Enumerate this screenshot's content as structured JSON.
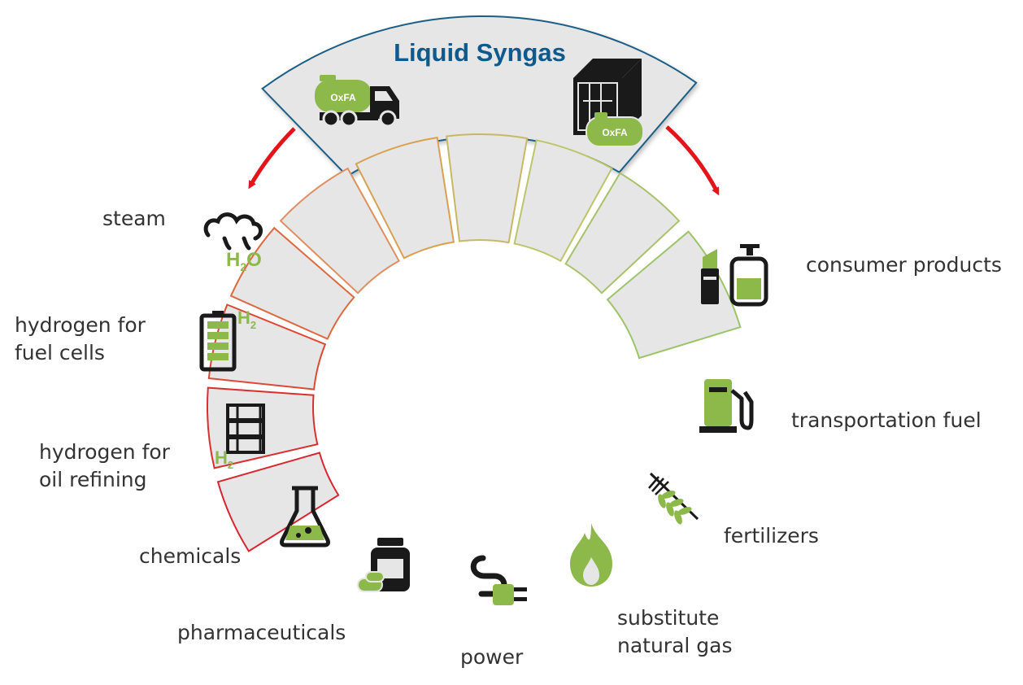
{
  "title": "Liquid Syngas",
  "badges": {
    "truck": "OxFA",
    "tank": "OxFA"
  },
  "segments": [
    {
      "id": "steam",
      "lines": [
        "steam"
      ],
      "color": "#d9252f",
      "icon": "steam-cloud-icon",
      "formula": [
        "H",
        "2",
        "O"
      ]
    },
    {
      "id": "hydrogen-fuel-cells",
      "lines": [
        "hydrogen for",
        "fuel cells"
      ],
      "color": "#d9302f",
      "icon": "battery-icon",
      "formula": [
        "H",
        "2"
      ]
    },
    {
      "id": "hydrogen-oil-refining",
      "lines": [
        "hydrogen for",
        "oil refining"
      ],
      "color": "#db4a33",
      "icon": "oil-barrels-icon",
      "formula": [
        "H",
        "2"
      ]
    },
    {
      "id": "chemicals",
      "lines": [
        "chemicals"
      ],
      "color": "#dd6a3f",
      "icon": "flask-icon"
    },
    {
      "id": "pharmaceuticals",
      "lines": [
        "pharmaceuticals"
      ],
      "color": "#de8f5f",
      "icon": "medicine-jar-icon"
    },
    {
      "id": "power",
      "lines": [
        "power"
      ],
      "color": "#d9a14f",
      "icon": "power-plug-icon"
    },
    {
      "id": "substitute-natural-gas",
      "lines": [
        "substitute",
        "natural gas"
      ],
      "color": "#c8b866",
      "icon": "flame-icon"
    },
    {
      "id": "fertilizers",
      "lines": [
        "fertilizers"
      ],
      "color": "#bcc56a",
      "icon": "wheat-icon"
    },
    {
      "id": "transportation-fuel",
      "lines": [
        "transportation fuel"
      ],
      "color": "#a7c26a",
      "icon": "fuel-pump-icon"
    },
    {
      "id": "consumer-products",
      "lines": [
        "consumer products"
      ],
      "color": "#9cc46a",
      "icon": "cosmetics-icon"
    }
  ],
  "colors": {
    "title": "#0f5a8c",
    "segment_fill": "#e6e6e6",
    "icon_dark": "#1a1a1a",
    "icon_green": "#8db84a",
    "arrow": "#e4141b",
    "top_border": "#1f5f86"
  }
}
